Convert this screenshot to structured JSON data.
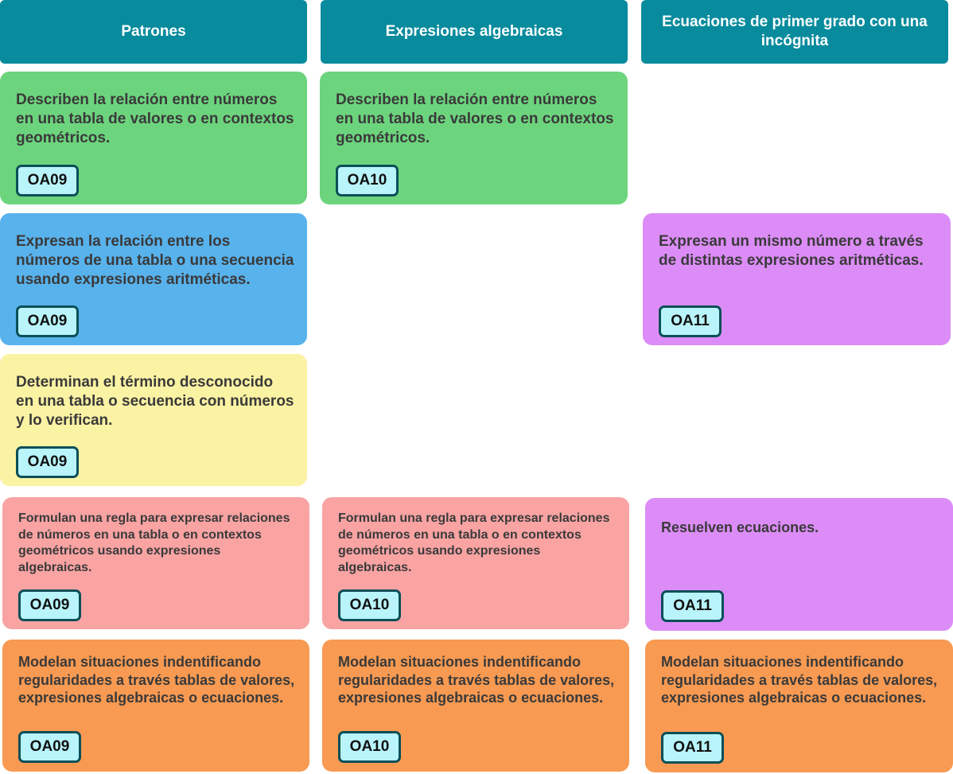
{
  "headers": {
    "col1": "Patrones",
    "col2": "Expresiones algebraicas",
    "col3": "Ecuaciones de primer grado con una incógnita"
  },
  "cards": {
    "r1c1": {
      "text": "Describen la relación entre números en una tabla de valores o en contextos geométricos.",
      "code": "OA09"
    },
    "r1c2": {
      "text": "Describen la relación entre números en una tabla de valores o en contextos geométricos.",
      "code": "OA10"
    },
    "r2c1": {
      "text": "Expresan la relación entre los números de una tabla o una secuencia usando expresiones aritméticas.",
      "code": "OA09"
    },
    "r2c3": {
      "text": "Expresan un mismo número a través de distintas expresiones aritméticas.",
      "code": "OA11"
    },
    "r3c1": {
      "text": "Determinan el término desconocido en una tabla o secuencia con números y lo verifican.",
      "code": "OA09"
    },
    "r4c1": {
      "text": "Formulan una regla para expresar relaciones de números en una tabla o en contextos geométricos usando expresiones algebraicas.",
      "code": "OA09"
    },
    "r4c2": {
      "text": "Formulan una regla para expresar relaciones de números en una tabla o en contextos geométricos usando expresiones algebraicas.",
      "code": "OA10"
    },
    "r4c3": {
      "text": "Resuelven ecuaciones.",
      "code": "OA11"
    },
    "r5c1": {
      "text": "Modelan situaciones indentificando regularidades a través tablas de valores, expresiones algebraicas o ecuaciones.",
      "code": "OA09"
    },
    "r5c2": {
      "text": "Modelan situaciones indentificando regularidades a través tablas de valores, expresiones algebraicas o ecuaciones.",
      "code": "OA10"
    },
    "r5c3": {
      "text": "Modelan situaciones indentificando regularidades a través tablas de valores, expresiones algebraicas o ecuaciones.",
      "code": "OA11"
    }
  },
  "colors": {
    "header": "#078b9d",
    "green": "#6dd47e",
    "blue": "#58b2ec",
    "purple": "#dc8cf7",
    "yellow": "#fbf3a4",
    "pink": "#f9a3a3",
    "orange": "#f89a52",
    "badge_fill": "#b9f4fb",
    "badge_border": "#0b4f58"
  }
}
